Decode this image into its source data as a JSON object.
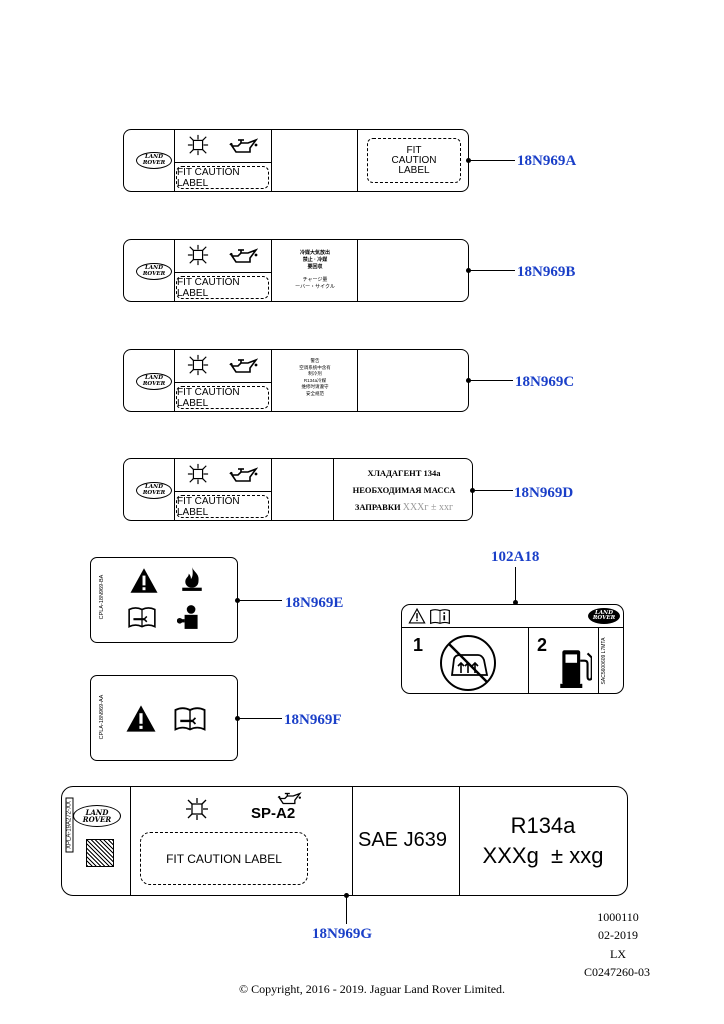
{
  "callouts": {
    "a": "18N969A",
    "b": "18N969B",
    "c": "18N969C",
    "d": "18N969D",
    "e": "18N969E",
    "f": "18N969F",
    "g": "18N969G",
    "aa": "102A18"
  },
  "logo": {
    "line1": "LAND",
    "line2": "ROVER"
  },
  "fit_caution": "FIT CAUTION LABEL",
  "fit_box_a": {
    "line1": "FIT",
    "line2": "CAUTION",
    "line3": "LABEL"
  },
  "label_b": {
    "cjk_line1": "冷媒大気放出",
    "cjk_line2": "禁止 · 冷媒",
    "cjk_line3": "要回収",
    "cjk_line4": "チャージ量",
    "cjk_line5": "ーバー・サイクル"
  },
  "label_c": {
    "line1": "警告",
    "line2": "空调系统中含有",
    "line3": "制冷剂",
    "line4": "R134a冷媒",
    "line5": "维修时请遵守",
    "line6": "安全规范"
  },
  "label_d": {
    "line1": "ХЛАДАГЕНТ   134a",
    "line2": "НЕОБХОДИМАЯ  МАССА",
    "line3_prefix": "ЗАПРАВКИ",
    "line3_value": "XXXг ± xxг"
  },
  "label_e_code": "CPLA-18N969-BA",
  "label_f_code": "CPLA-18N969-AA",
  "label_102": {
    "num1": "1",
    "num2": "2",
    "side_code": "SAC5600609 L7MTA"
  },
  "label_g": {
    "side_code": "XPLA-19A272-XX",
    "oil_code": "SP-A2",
    "sae": "SAE J639",
    "refrigerant": "R134a",
    "charge": "XXXg  ± xxg"
  },
  "meta": {
    "code1": "1000110",
    "date": "02-2019",
    "lx": "LX",
    "code2": "C0247260-03"
  },
  "copyright": "© Copyright, 2016 - 2019. Jaguar Land Rover Limited."
}
